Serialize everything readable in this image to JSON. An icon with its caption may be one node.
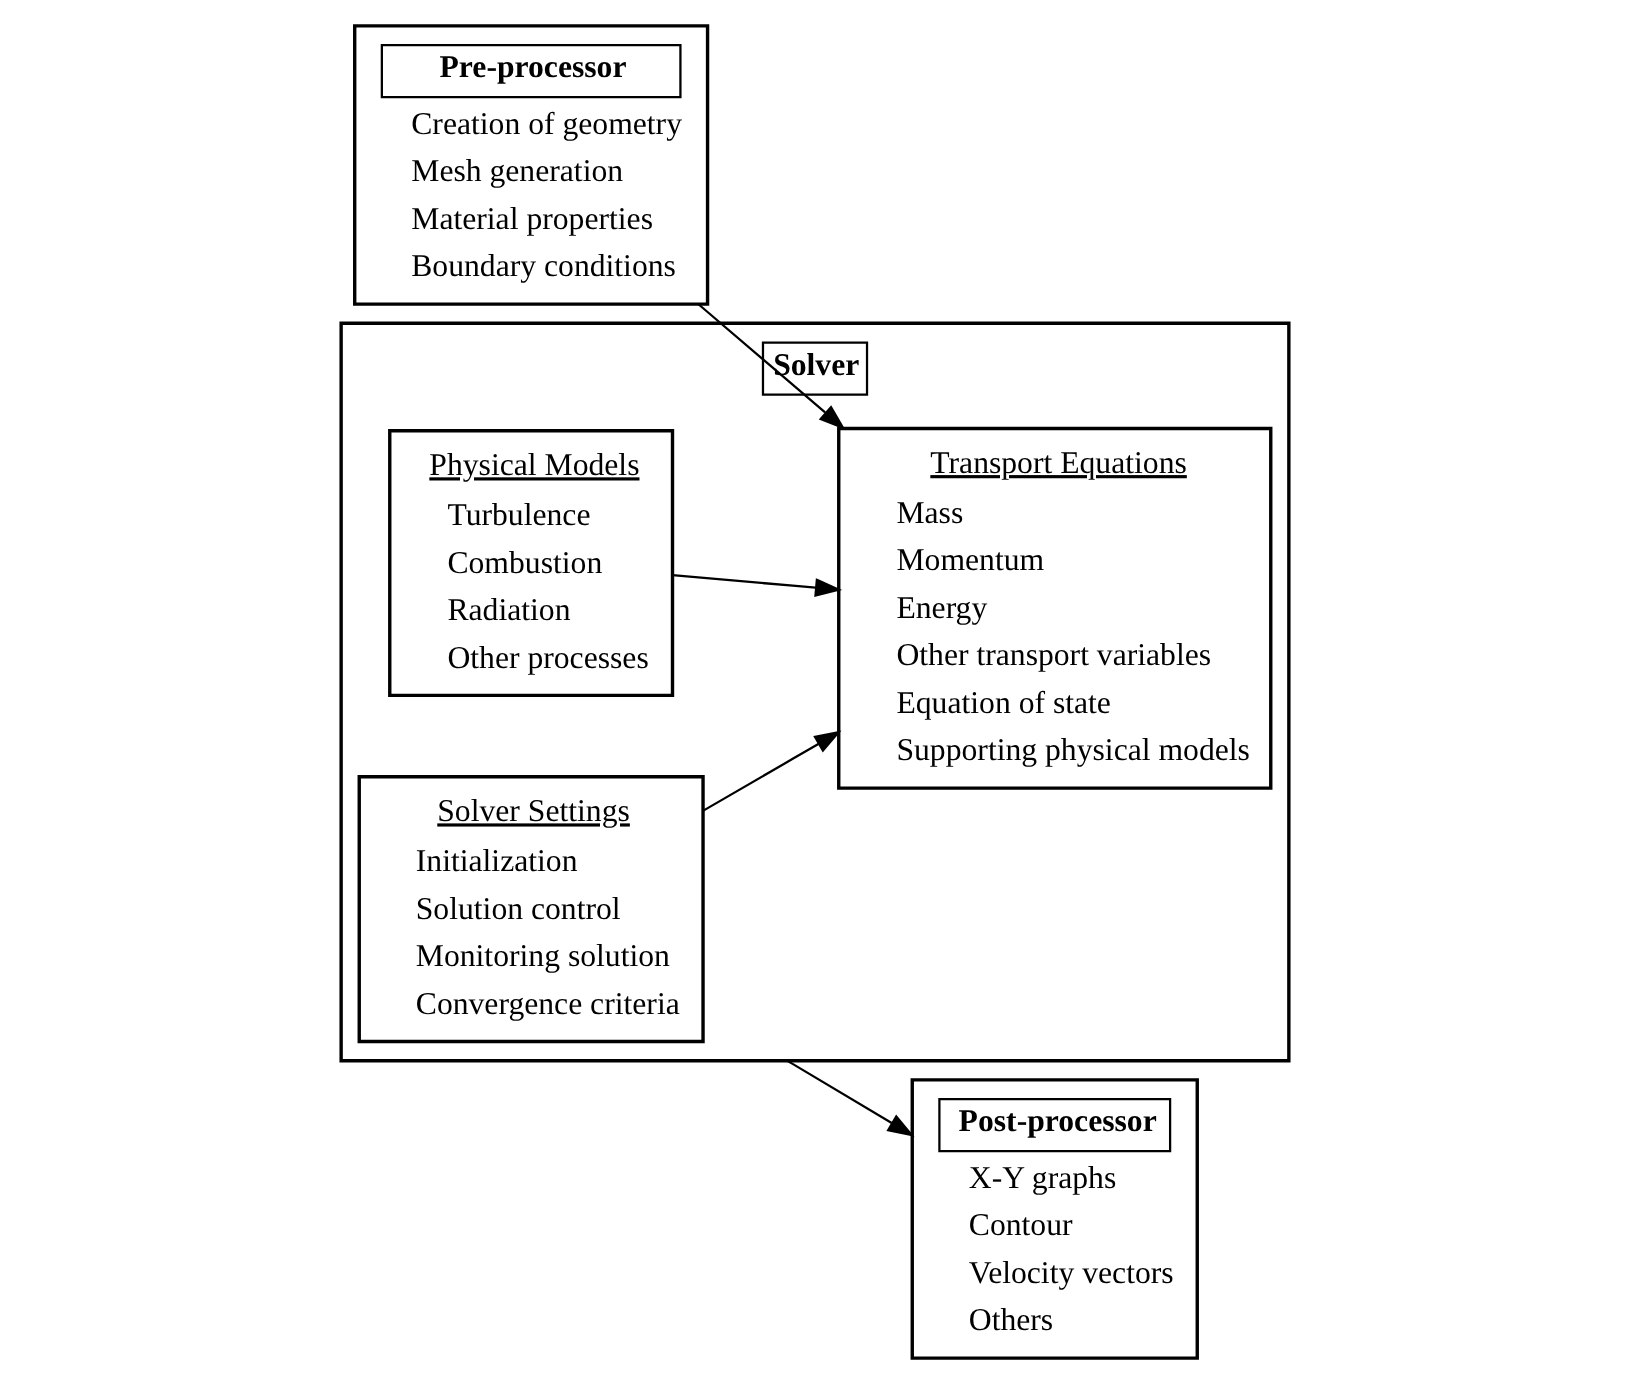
{
  "diagram": {
    "nodes": [
      {
        "text": [
          "Solver"
        ]
      },
      {
        "text": [
          "Pre-processor",
          "Creation of geometry",
          "Mesh generation",
          "Material properties",
          "Boundary conditions"
        ]
      },
      {
        "text": [
          "Transport Equations",
          "Mass",
          "Momentum",
          "Energy",
          "Other transport variables",
          "Equation of state",
          "Supporting physical models"
        ],
        "in": 0
      },
      {
        "text": [
          "Physical Models",
          "Turbulence",
          "Combustion",
          "Radiation",
          "Other processes"
        ],
        "in": 0
      },
      {
        "text": [
          "Post-processor",
          "X-Y graphs",
          "Contour",
          "Velocity vectors",
          "Others"
        ]
      },
      {
        "text": [
          "Solver Settings",
          "Initialization",
          "Solution control",
          "Monitoring solution",
          "Convergence criteria"
        ],
        "in": 0
      }
    ],
    "edges": [
      {
        "from": 1,
        "to": 2,
        "arrow": "to"
      },
      {
        "from": 3,
        "to": 2,
        "arrow": "to"
      },
      {
        "from": 5,
        "to": 2,
        "arrow": "to"
      },
      {
        "from": 0,
        "to": 4,
        "arrow": "to"
      }
    ]
  }
}
